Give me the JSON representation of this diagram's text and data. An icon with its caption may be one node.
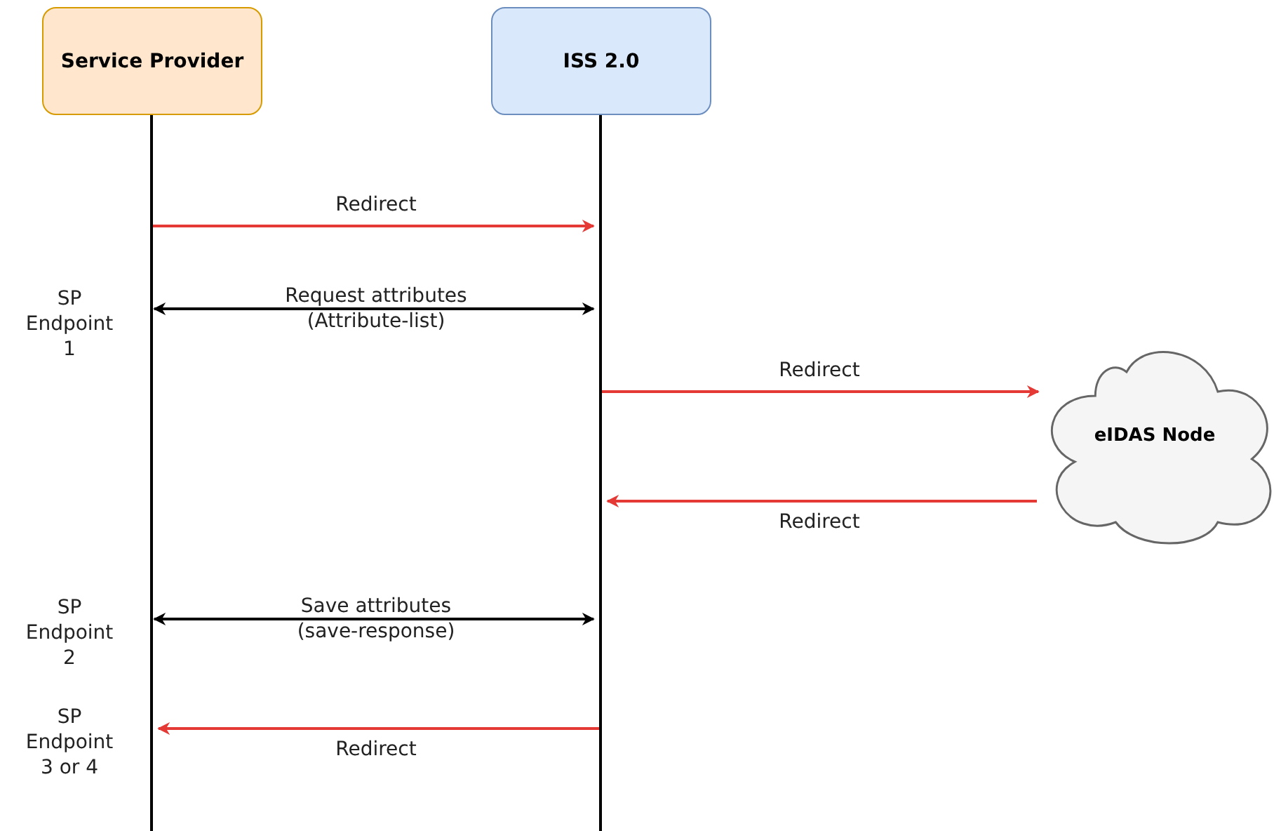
{
  "diagram": {
    "nodes": [
      {
        "text": [
          "Service Provider"
        ]
      },
      {
        "text": [
          "ISS 2.0"
        ]
      },
      {
        "text": [
          "eIDAS Node"
        ]
      }
    ],
    "edges": [
      {
        "from": 0,
        "to": 1,
        "arrow": "to",
        "label": "Redirect"
      },
      {
        "from": 0,
        "to": 1,
        "arrow": "both",
        "label": "Request attributes (Attribute-list)",
        "color": "#000000"
      },
      {
        "from": 1,
        "to": 2,
        "arrow": "to",
        "label": "Redirect"
      },
      {
        "from": 2,
        "to": 1,
        "arrow": "to",
        "label": "Redirect"
      },
      {
        "from": 0,
        "to": 1,
        "arrow": "both",
        "label": "Save attributes (save-response)",
        "color": "#000000"
      },
      {
        "from": 1,
        "to": 0,
        "arrow": "to",
        "label": "Redirect"
      }
    ],
    "labels": [
      "SP Endpoint 1",
      "SP Endpoint 2",
      "SP Endpoint 3 or 4"
    ]
  }
}
